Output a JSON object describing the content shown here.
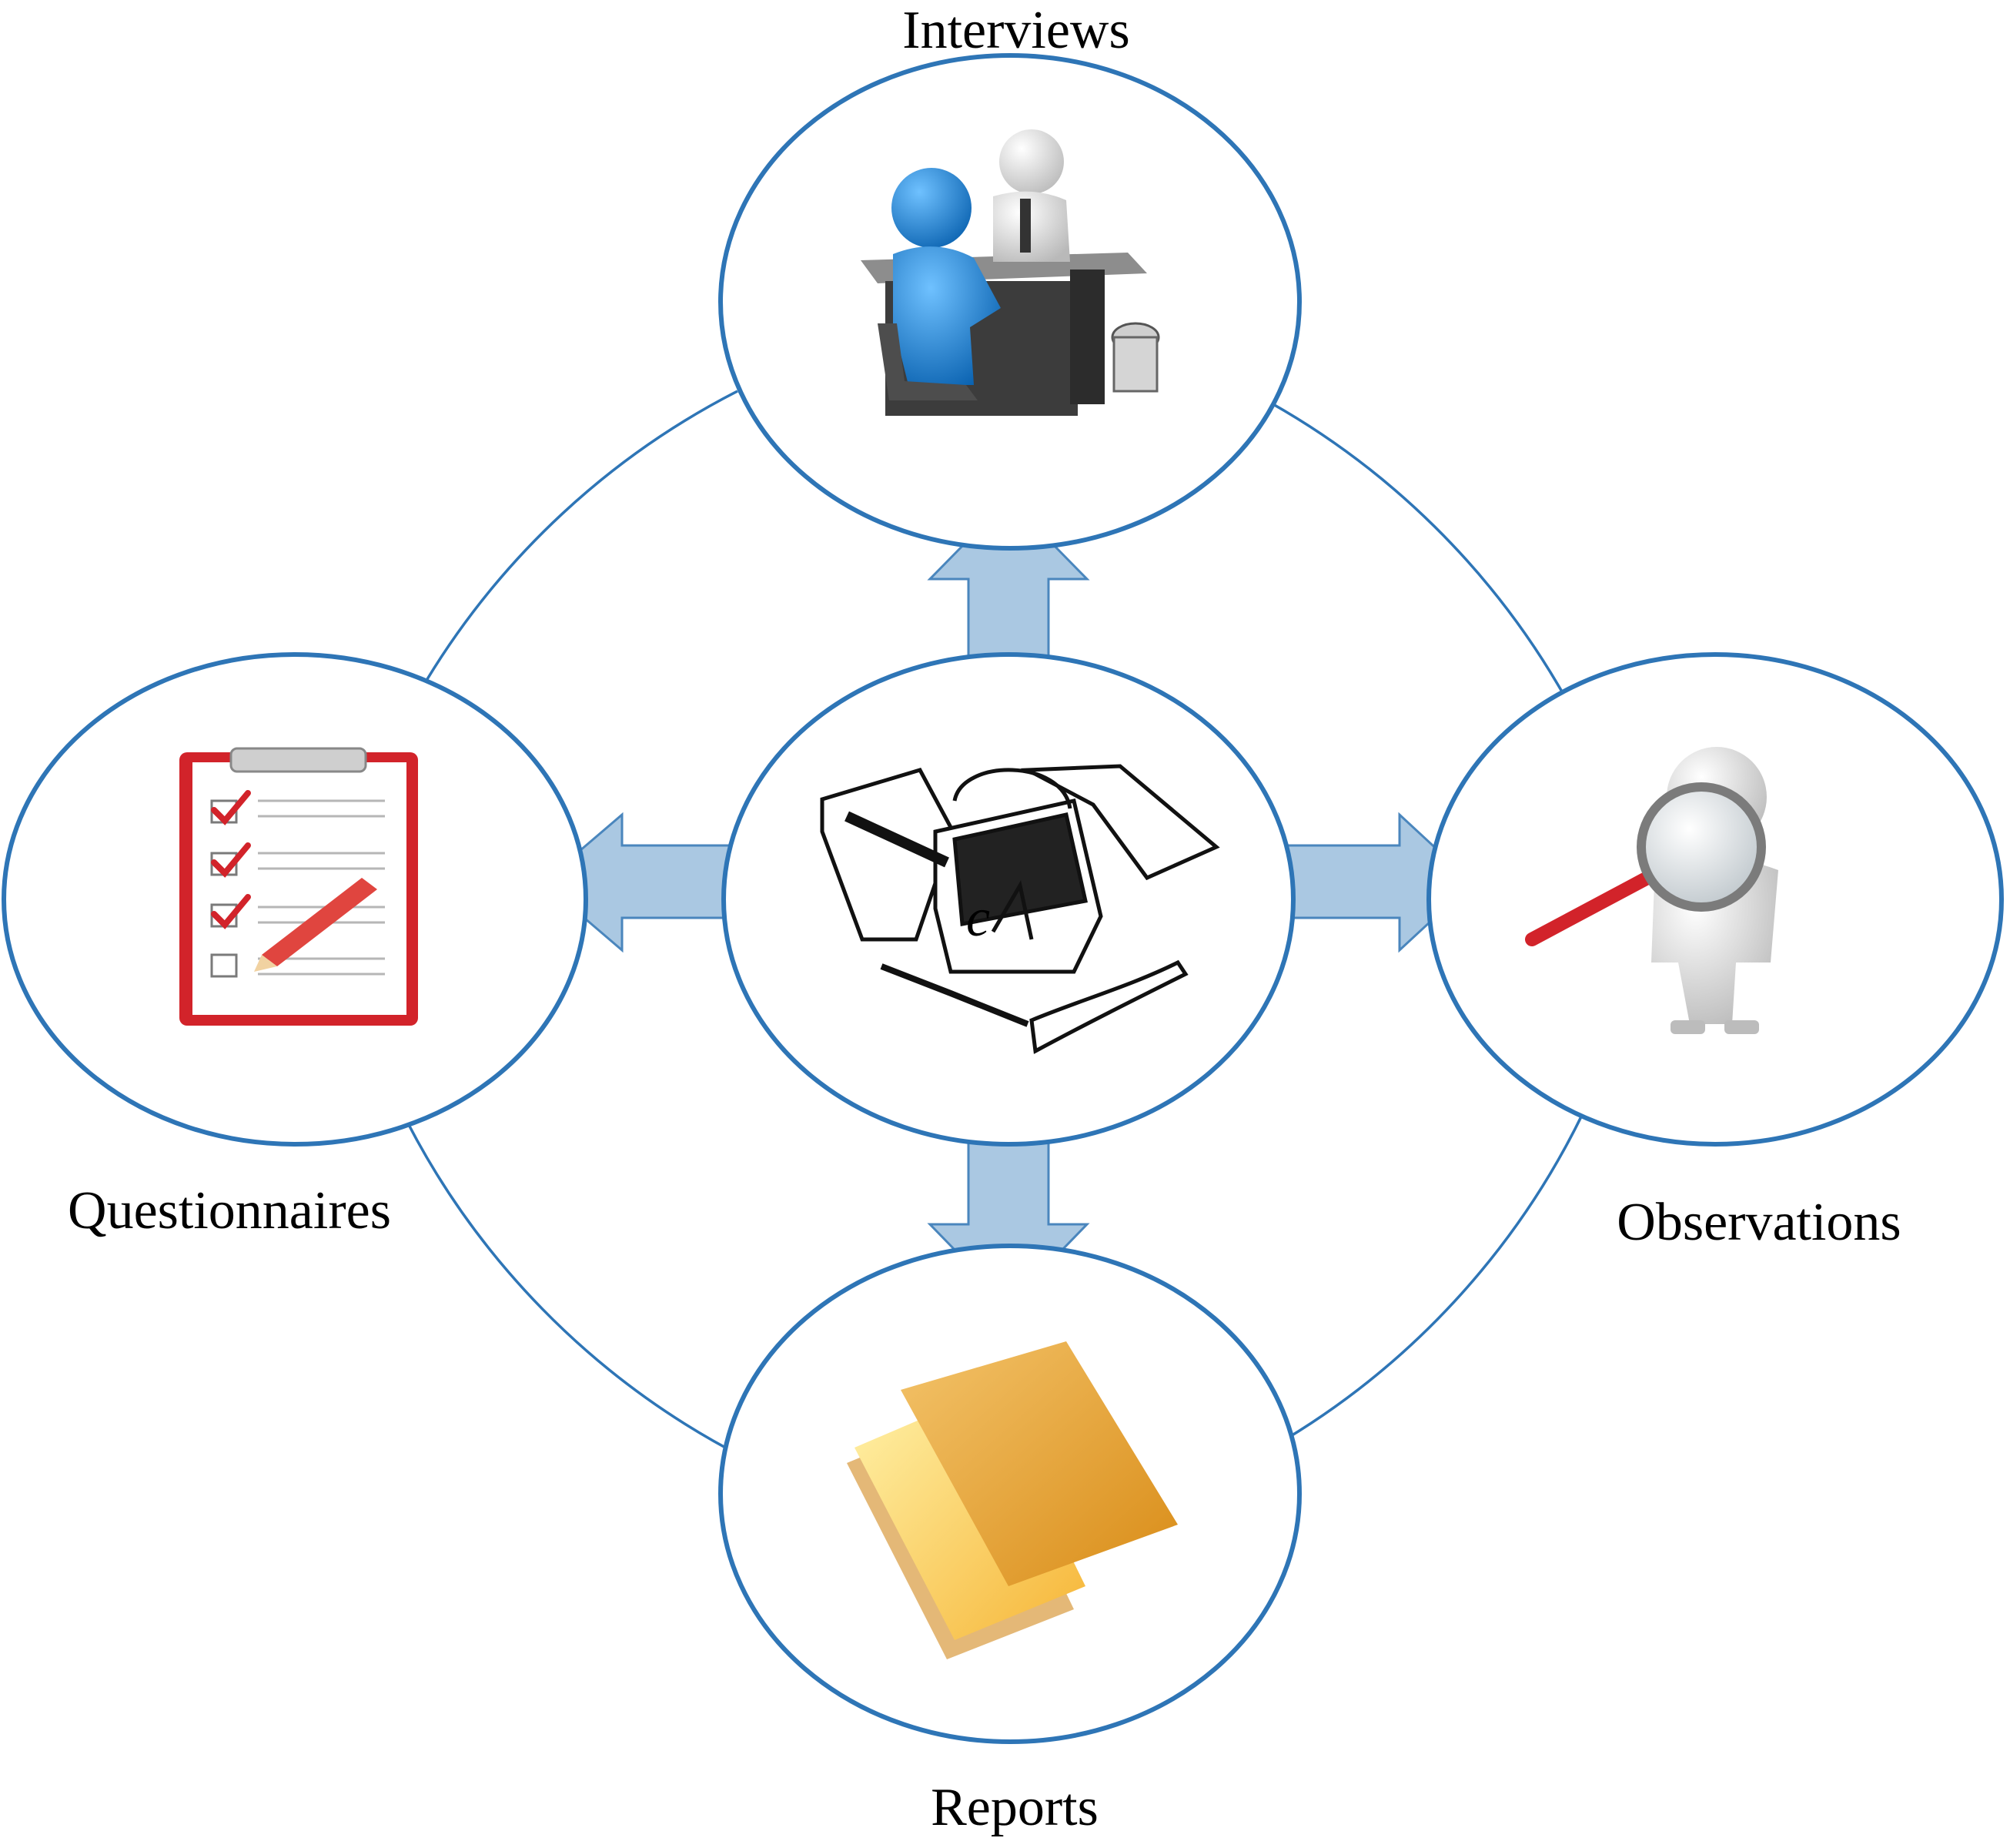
{
  "labels": {
    "interviews": "Interviews",
    "questionnaires": "Questionnaires",
    "observations": "Observations",
    "reports": "Reports"
  },
  "icons": {
    "center": "toolbox-icon",
    "interviews": "interview-desk-icon",
    "questionnaires": "clipboard-checklist-icon",
    "observations": "magnifying-glass-person-icon",
    "reports": "documents-stack-icon"
  },
  "colors": {
    "ring": "#2e75b6",
    "arrow_fill": "#aac8e2",
    "arrow_stroke": "#4a86bd",
    "person_blue": "#1f86d8",
    "check_red": "#d2232a",
    "folder_orange": "#e6a23c"
  }
}
